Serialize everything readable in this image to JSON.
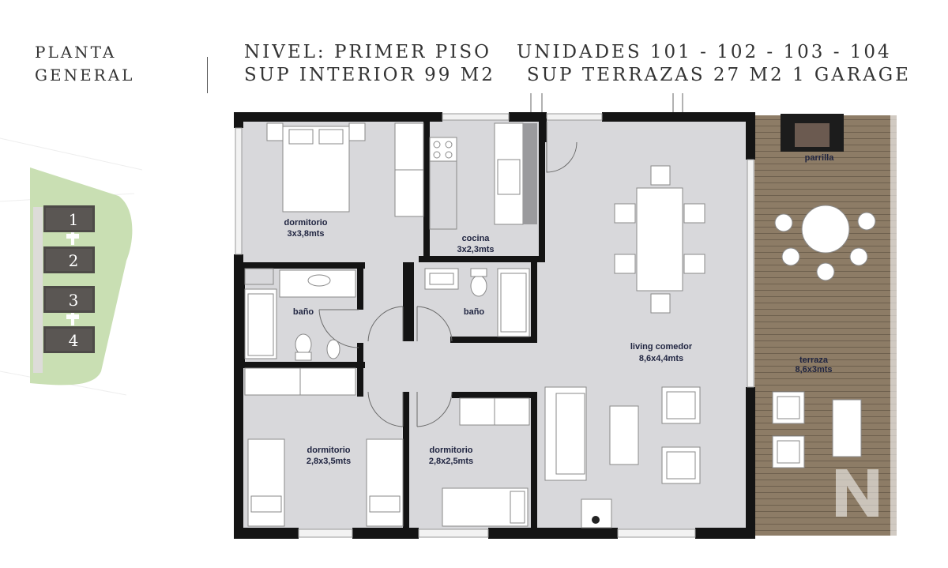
{
  "header": {
    "title_line1": "PLANTA",
    "title_line2": "GENERAL",
    "nivel": "NIVEL: PRIMER PISO",
    "unidades": "UNIDADES 101 - 102 - 103 - 104",
    "sup_interior": "SUP INTERIOR 99 M2",
    "sup_terrazas": "SUP TERRAZAS 27 M2 1 GARAGE"
  },
  "site_plan": {
    "units": [
      "1",
      "2",
      "3",
      "4"
    ]
  },
  "rooms": {
    "dormitorio_1_name": "dormitorio",
    "dormitorio_1_size": "3x3,8mts",
    "cocina_name": "cocina",
    "cocina_size": "3x2,3mts",
    "bano_1_name": "baño",
    "bano_2_name": "baño",
    "living_name": "living comedor",
    "living_size": "8,6x4,4mts",
    "dormitorio_2_name": "dormitorio",
    "dormitorio_2_size": "2,8x3,5mts",
    "dormitorio_3_name": "dormitorio",
    "dormitorio_3_size": "2,8x2,5mts",
    "parrilla_name": "parrilla",
    "terraza_name": "terraza",
    "terraza_size": "8,6x3mts"
  },
  "colors": {
    "floor": "#d7d7da",
    "wall": "#141414",
    "deck": "#8b7a64",
    "site_green": "#c9dfb3",
    "unit_block": "#4d4a47"
  }
}
